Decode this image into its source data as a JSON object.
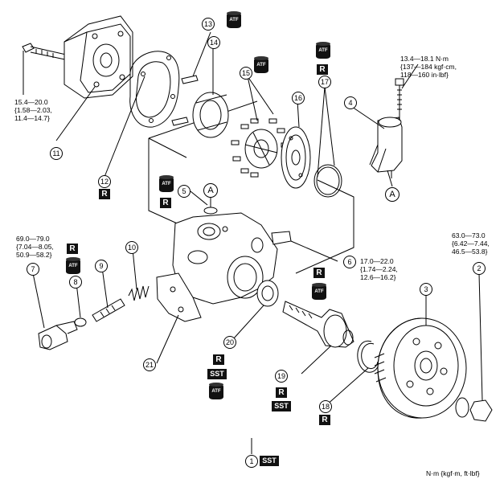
{
  "torque_specs": {
    "bolt_11": [
      "15.4—20.0",
      "{1.58—2.03,",
      "11.4—14.7}"
    ],
    "bolt_4": [
      "13.4—18.1 N·m",
      "{137—184 kgf·cm,",
      "118—160 in·lbf}"
    ],
    "part_7": [
      "69.0—79.0",
      "{7.04—8.05,",
      "50.9—58.2}"
    ],
    "part_2": [
      "63.0—73.0",
      "{6.42—7.44,",
      "46.5—53.8}"
    ],
    "part_6": [
      "17.0—22.0",
      "{1.74—2.24,",
      "12.6—16.2}"
    ]
  },
  "callouts": {
    "n1": "1",
    "n2": "2",
    "n3": "3",
    "n4": "4",
    "n5": "5",
    "n6": "6",
    "n7": "7",
    "n8": "8",
    "n9": "9",
    "n10": "10",
    "n11": "11",
    "n12": "12",
    "n13": "13",
    "n14": "14",
    "n15": "15",
    "n16": "16",
    "n17": "17",
    "n18": "18",
    "n19": "19",
    "n20": "20",
    "n21": "21"
  },
  "markers": {
    "A": "A",
    "R": "R",
    "SST": "SST",
    "ATF": "ATF"
  },
  "units_legend": "N·m {kgf·m, ft·lbf}"
}
